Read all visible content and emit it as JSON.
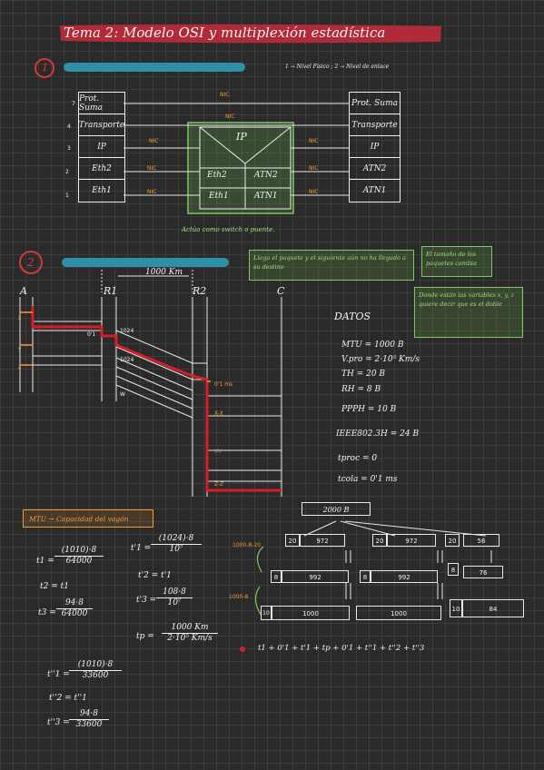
{
  "title": "Tema 2: Modelo OSI y multiplexión estadística",
  "section1": {
    "number": "1",
    "legend": "1 → Nivel Físico ; 2 → Nivel de enlace",
    "layer_numbers": [
      "7",
      "4",
      "3",
      "2",
      "1"
    ],
    "left_stack": [
      "Prot. Suma",
      "Transporte",
      "IP",
      "Eth2",
      "Eth1"
    ],
    "right_stack": [
      "Prot. Suma",
      "Transporte",
      "IP",
      "ATN2",
      "ATN1"
    ],
    "router": {
      "ip": "IP",
      "eth2": "Eth2",
      "eth1": "Eth1",
      "atn2": "ATN2",
      "atn1": "ATN1"
    },
    "nic": "NIC",
    "caption": "Actúa como switch o puente."
  },
  "section2": {
    "number": "2",
    "distance": "1000 Km",
    "nodes": [
      "A",
      "R1",
      "R2",
      "C"
    ],
    "left_marks": [
      "x",
      "y",
      "z"
    ],
    "labels": {
      "t1": "0'1",
      "n1024a": "1024",
      "n1024b": "1024",
      "w": "W",
      "ms": "0'1 ms",
      "xx": "X-X",
      "yy": "Y-Y",
      "zz": "Z-Z"
    },
    "note1": "Llega el paquete y el siguiente aún no ha llegado a su destino",
    "note2": "El tamaño de los paquetes cambia",
    "note3": "Donde están las variables x, y, z quiere decir que es el doble",
    "datos_title": "DATOS",
    "datos": [
      "MTU = 1000 B",
      "V.pro = 2·10⁵ Km/s",
      "TH = 20 B",
      "RH = 8 B",
      "PPPH = 10 B",
      "IEEE802.3H = 24 B",
      "tproc = 0",
      "tcola = 0'1 ms"
    ],
    "mtu_box": "MTU → Capacidad del vagón"
  },
  "formulas": {
    "t1": {
      "lhs": "t1 =",
      "num": "(1010)·8",
      "den": "64000"
    },
    "t2": "t2 = t1",
    "t3": {
      "lhs": "t3 =",
      "num": "94·8",
      "den": "64000"
    },
    "tp1": {
      "lhs": "t'1 =",
      "num": "(1024)·8",
      "den": "10⁷"
    },
    "tp2": "t'2 = t'1",
    "tp3": {
      "lhs": "t'3 =",
      "num": "108·8",
      "den": "10⁷"
    },
    "tprop": {
      "lhs": "tp =",
      "num": "1000 Km",
      "den": "2·10⁵ Km/s"
    },
    "tpp1": {
      "lhs": "t''1 =",
      "num": "(1010)·8",
      "den": "33600"
    },
    "tpp2": "t''2 = t''1",
    "tpp3": {
      "lhs": "t''3 =",
      "num": "94·8",
      "den": "33600"
    },
    "total": "t1 + 0'1 + t'1 + tp + 0'1 + t''1 + t''2 + t''3"
  },
  "fragment_tree": {
    "root": "2000 B",
    "row1": [
      [
        "20",
        "972"
      ],
      [
        "20",
        "972"
      ],
      [
        "20",
        "56"
      ]
    ],
    "row2": [
      [
        "8",
        "992"
      ],
      [
        "8",
        "992"
      ],
      [
        "8",
        "76"
      ]
    ],
    "row3": [
      [
        "10",
        "1000"
      ],
      [
        "1000"
      ],
      [
        "10",
        "84"
      ]
    ],
    "side1": "1000-8-20",
    "side2": "1000-8"
  }
}
